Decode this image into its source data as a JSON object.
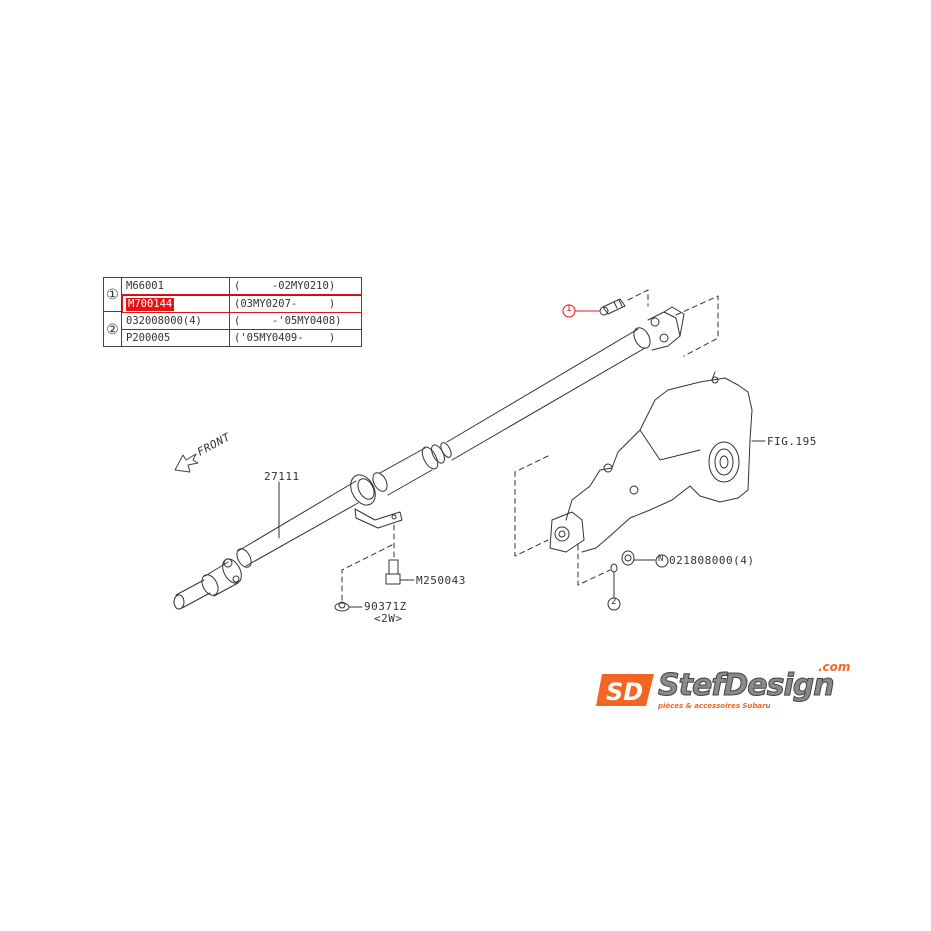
{
  "diagram": {
    "title": "Propeller shaft (rear drive shaft) exploded parts diagram",
    "direction_label": "FRONT",
    "accent_color": "#e0141a",
    "highlight_color": "#e81212",
    "line_color": "#333333"
  },
  "parts_table": {
    "groups": [
      {
        "ref": "①",
        "rows": [
          {
            "part_no": "M66001",
            "date_range": "(     -02MY0210)",
            "highlighted": false
          },
          {
            "part_no": "M700144",
            "date_range": "(03MY0207-     )",
            "highlighted": true
          }
        ]
      },
      {
        "ref": "②",
        "rows": [
          {
            "part_no": "032008000(4)",
            "date_range": "(     -'05MY0408)",
            "highlighted": false
          },
          {
            "part_no": "P200005",
            "date_range": "('05MY0409-    )",
            "highlighted": false
          }
        ]
      }
    ]
  },
  "callouts": {
    "shaft": "27111",
    "bearing_bolt": "M250043",
    "bearing_nut": "90371Z",
    "bearing_nut_qty": "<2W>",
    "differential": "FIG.195",
    "diff_nut": "021808000(4)",
    "diff_nut_marker": "N",
    "bolt_ref": "1",
    "washer_ref": "2"
  },
  "logo": {
    "mark": "SD",
    "brand": "StefDesign",
    "tld": ".com",
    "tagline": "pièces & accessoires Subaru",
    "colors": {
      "orange": "#f26522",
      "grey": "#8a8a8a",
      "dark": "#333333"
    }
  }
}
